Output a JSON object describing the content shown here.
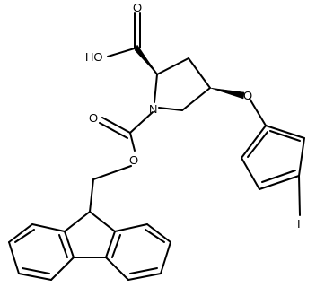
{
  "diagram": {
    "atom_labels": {
      "ho": "HO",
      "acid_o_double": "O",
      "n": "N",
      "ether_o": "O",
      "carbamate_o_double": "O",
      "ester_o": "O",
      "iodine": "I"
    }
  }
}
